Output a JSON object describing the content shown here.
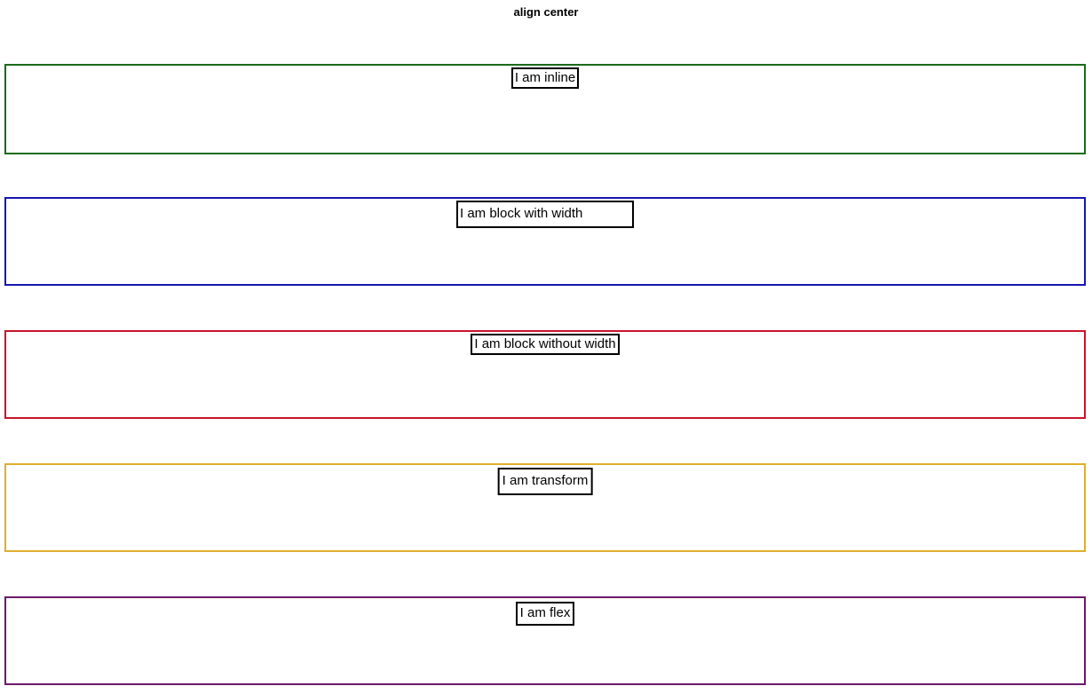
{
  "page": {
    "title": "align center",
    "background": "#ffffff",
    "text_color": "#000000",
    "box_border_color": "#000000"
  },
  "sections": [
    {
      "key": "inline",
      "label": "I am inline",
      "border_color": "#1a6b1a",
      "technique": "inline element centered with text-align: center"
    },
    {
      "key": "block_with_width",
      "label": "I am block with width",
      "border_color": "#1616b0",
      "technique": "block element with fixed width and margin auto"
    },
    {
      "key": "block_without_width",
      "label": "I am block without width",
      "border_color": "#c8152b",
      "technique": "block element shrink-to-fit, centered"
    },
    {
      "key": "transform",
      "label": "I am transform",
      "border_color": "#dfaf2c",
      "technique": "absolute positioning with translateX(-50%)"
    },
    {
      "key": "flex",
      "label": "I am flex",
      "border_color": "#6b1a6b",
      "technique": "flexbox with justify-content: center"
    }
  ]
}
